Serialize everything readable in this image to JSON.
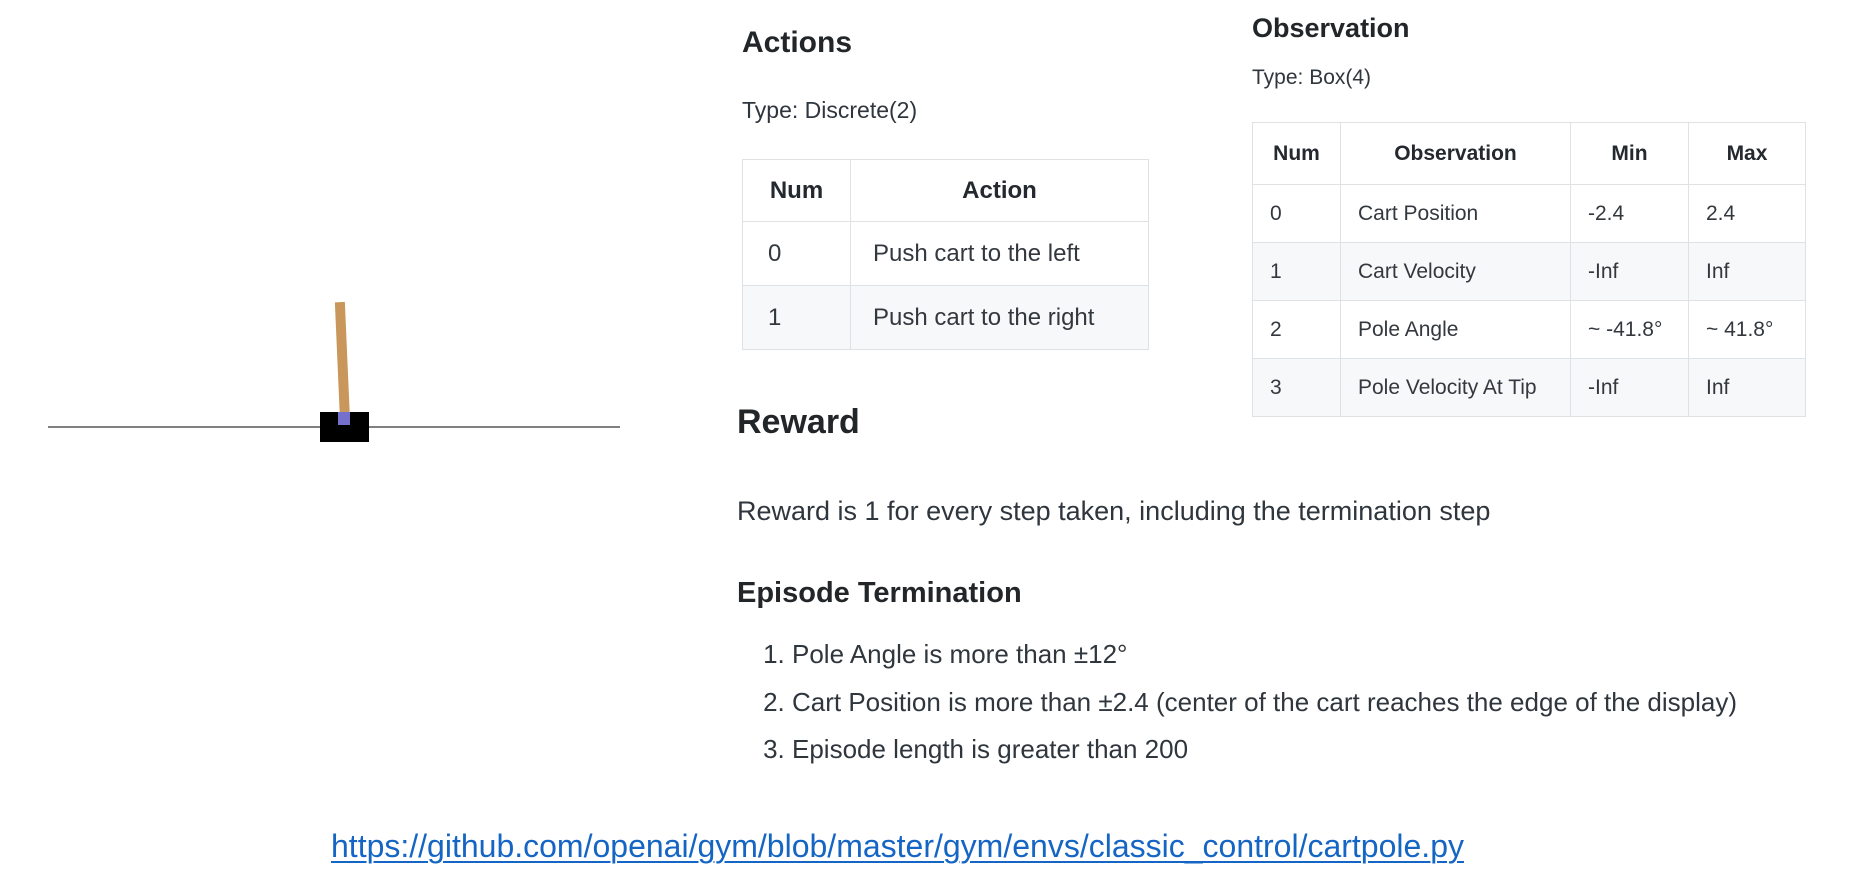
{
  "figure": {
    "name": "cartpole environment render",
    "track_color": "#808080",
    "cart_color": "#000000",
    "pole_color": "#c9975c",
    "axle_color": "#7470cb"
  },
  "actions": {
    "heading": "Actions",
    "type_line": "Type: Discrete(2)",
    "table": {
      "headers": [
        "Num",
        "Action"
      ],
      "rows": [
        [
          "0",
          "Push cart to the left"
        ],
        [
          "1",
          "Push cart to the right"
        ]
      ]
    }
  },
  "observation": {
    "heading": "Observation",
    "type_line": "Type: Box(4)",
    "table": {
      "headers": [
        "Num",
        "Observation",
        "Min",
        "Max"
      ],
      "rows": [
        [
          "0",
          "Cart Position",
          "-2.4",
          "2.4"
        ],
        [
          "1",
          "Cart Velocity",
          "-Inf",
          "Inf"
        ],
        [
          "2",
          "Pole Angle",
          "~ -41.8°",
          "~ 41.8°"
        ],
        [
          "3",
          "Pole Velocity At Tip",
          "-Inf",
          "Inf"
        ]
      ]
    }
  },
  "reward": {
    "heading": "Reward",
    "text": "Reward is 1 for every step taken, including the termination step"
  },
  "episode_termination": {
    "heading": "Episode Termination",
    "items": [
      "Pole Angle is more than ±12°",
      "Cart Position is more than ±2.4 (center of the cart reaches the edge of the display)",
      "Episode length is greater than 200"
    ]
  },
  "link": {
    "url": "https://github.com/openai/gym/blob/master/gym/envs/classic_control/cartpole.py"
  },
  "colors": {
    "link_blue": "#1565c4",
    "table_border": "#dfe2e5",
    "alt_row": "#f6f8fa",
    "heading_text": "#222629",
    "body_text": "#2f363d"
  }
}
